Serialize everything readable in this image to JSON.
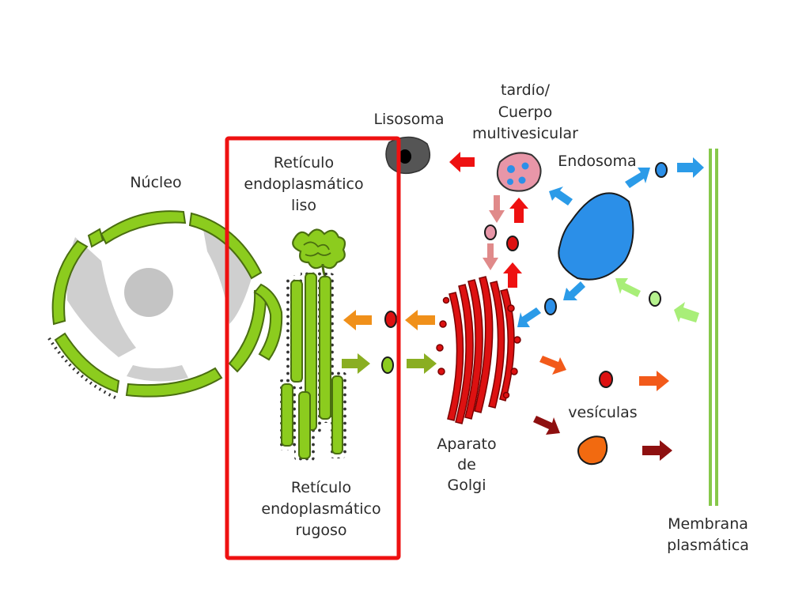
{
  "labels": {
    "nucleus": "Núcleo",
    "smooth_er": [
      "Retículo",
      "endoplasmático",
      "liso"
    ],
    "rough_er": [
      "Retículo",
      "endoplasmático",
      "rugoso"
    ],
    "lysosome": "Lisosoma",
    "late_endosome": [
      "tardío/",
      "Cuerpo",
      "multivesicular"
    ],
    "endosome": "Endosoma",
    "golgi": [
      "Aparato",
      "de",
      "Golgi"
    ],
    "vesicles": "vesículas",
    "membrane": [
      "Membrana",
      "plasmática"
    ]
  },
  "colors": {
    "er_green": "#8ccc1e",
    "er_dark": "#4a6e10",
    "golgi_red": "#dd1111",
    "endosome_blue": "#2b8fe8",
    "arrow_red": "#ee1111",
    "arrow_pink": "#e08a8a",
    "arrow_orange": "#f0901a",
    "arrow_olive": "#8aae22",
    "arrow_blue": "#2b9be8",
    "arrow_lightgreen": "#a8ee78",
    "arrow_orangered": "#f25a1a",
    "arrow_darkred": "#8e1010",
    "highlight_box": "#ee1111",
    "membrane_green": "#86c84a"
  }
}
